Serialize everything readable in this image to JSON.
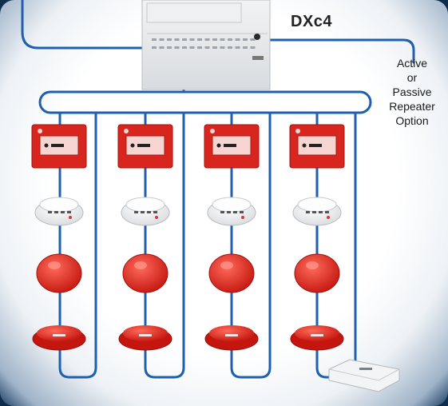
{
  "panel": {
    "model_label": "DXc4"
  },
  "repeater_option": {
    "lines": [
      "Active",
      "or",
      "Passive",
      "Repeater",
      "Option"
    ]
  },
  "loops": [
    {
      "devices": [
        "manual-call-point",
        "smoke-detector",
        "sounder",
        "beacon-sounder"
      ]
    },
    {
      "devices": [
        "manual-call-point",
        "smoke-detector",
        "sounder",
        "beacon-sounder"
      ]
    },
    {
      "devices": [
        "manual-call-point",
        "smoke-detector",
        "sounder",
        "beacon-sounder"
      ]
    },
    {
      "devices": [
        "manual-call-point",
        "smoke-detector",
        "sounder",
        "beacon-sounder"
      ]
    }
  ],
  "colors": {
    "cable": "#1f5fae",
    "device_red": "#d8261f",
    "panel": "#e6e8ea",
    "detector": "#f4f4f4"
  }
}
